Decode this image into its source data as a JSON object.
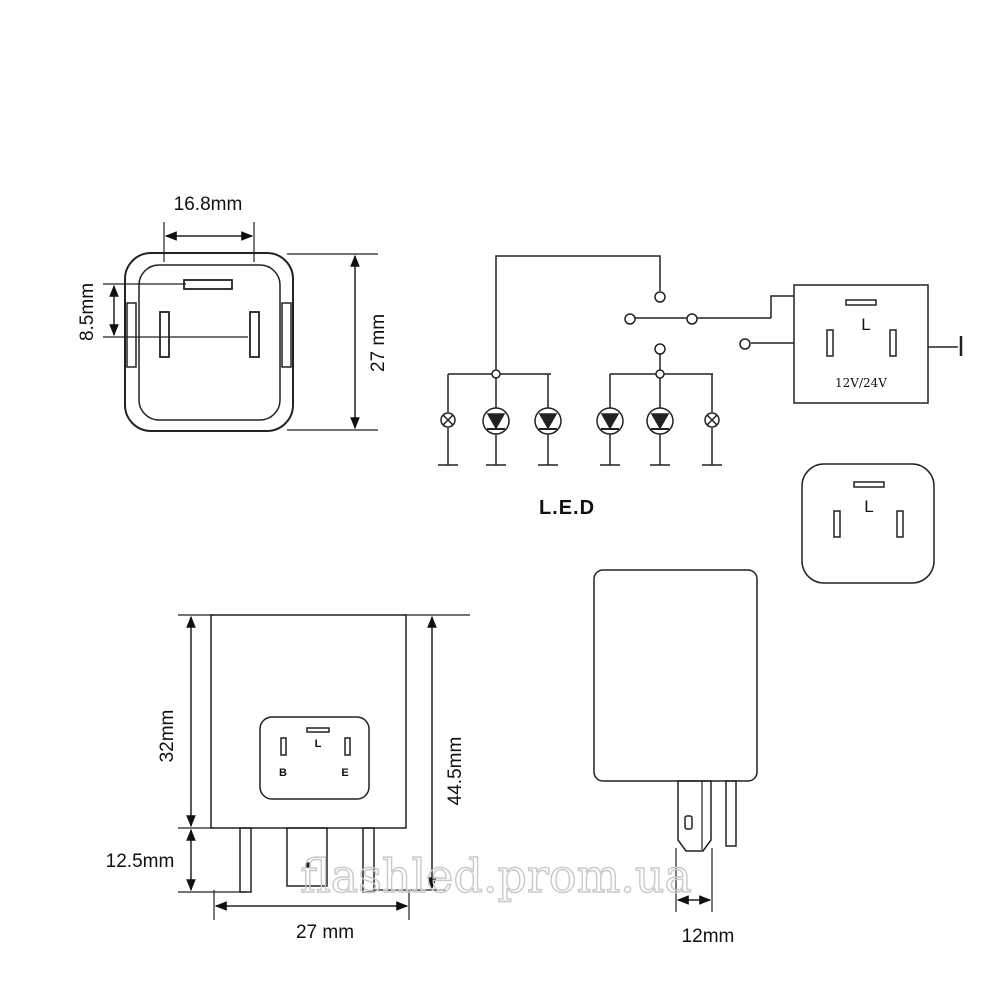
{
  "top_view": {
    "width_label": "16.8mm",
    "pin_gap_label": "8.5mm",
    "height_label": "27 mm"
  },
  "circuit": {
    "voltage_label": "12V/24V",
    "terminal_label": "L",
    "led_label": "L.E.D"
  },
  "connector_view": {
    "terminal_label": "L"
  },
  "front_view": {
    "body_height_label": "32mm",
    "pin_length_label": "12.5mm",
    "total_height_label": "44.5mm",
    "width_label": "27 mm",
    "pin_labels": {
      "left": "B",
      "top": "L",
      "right": "E"
    }
  },
  "side_view": {
    "thickness_label": "12mm"
  },
  "watermark": "flashled.prom.ua"
}
